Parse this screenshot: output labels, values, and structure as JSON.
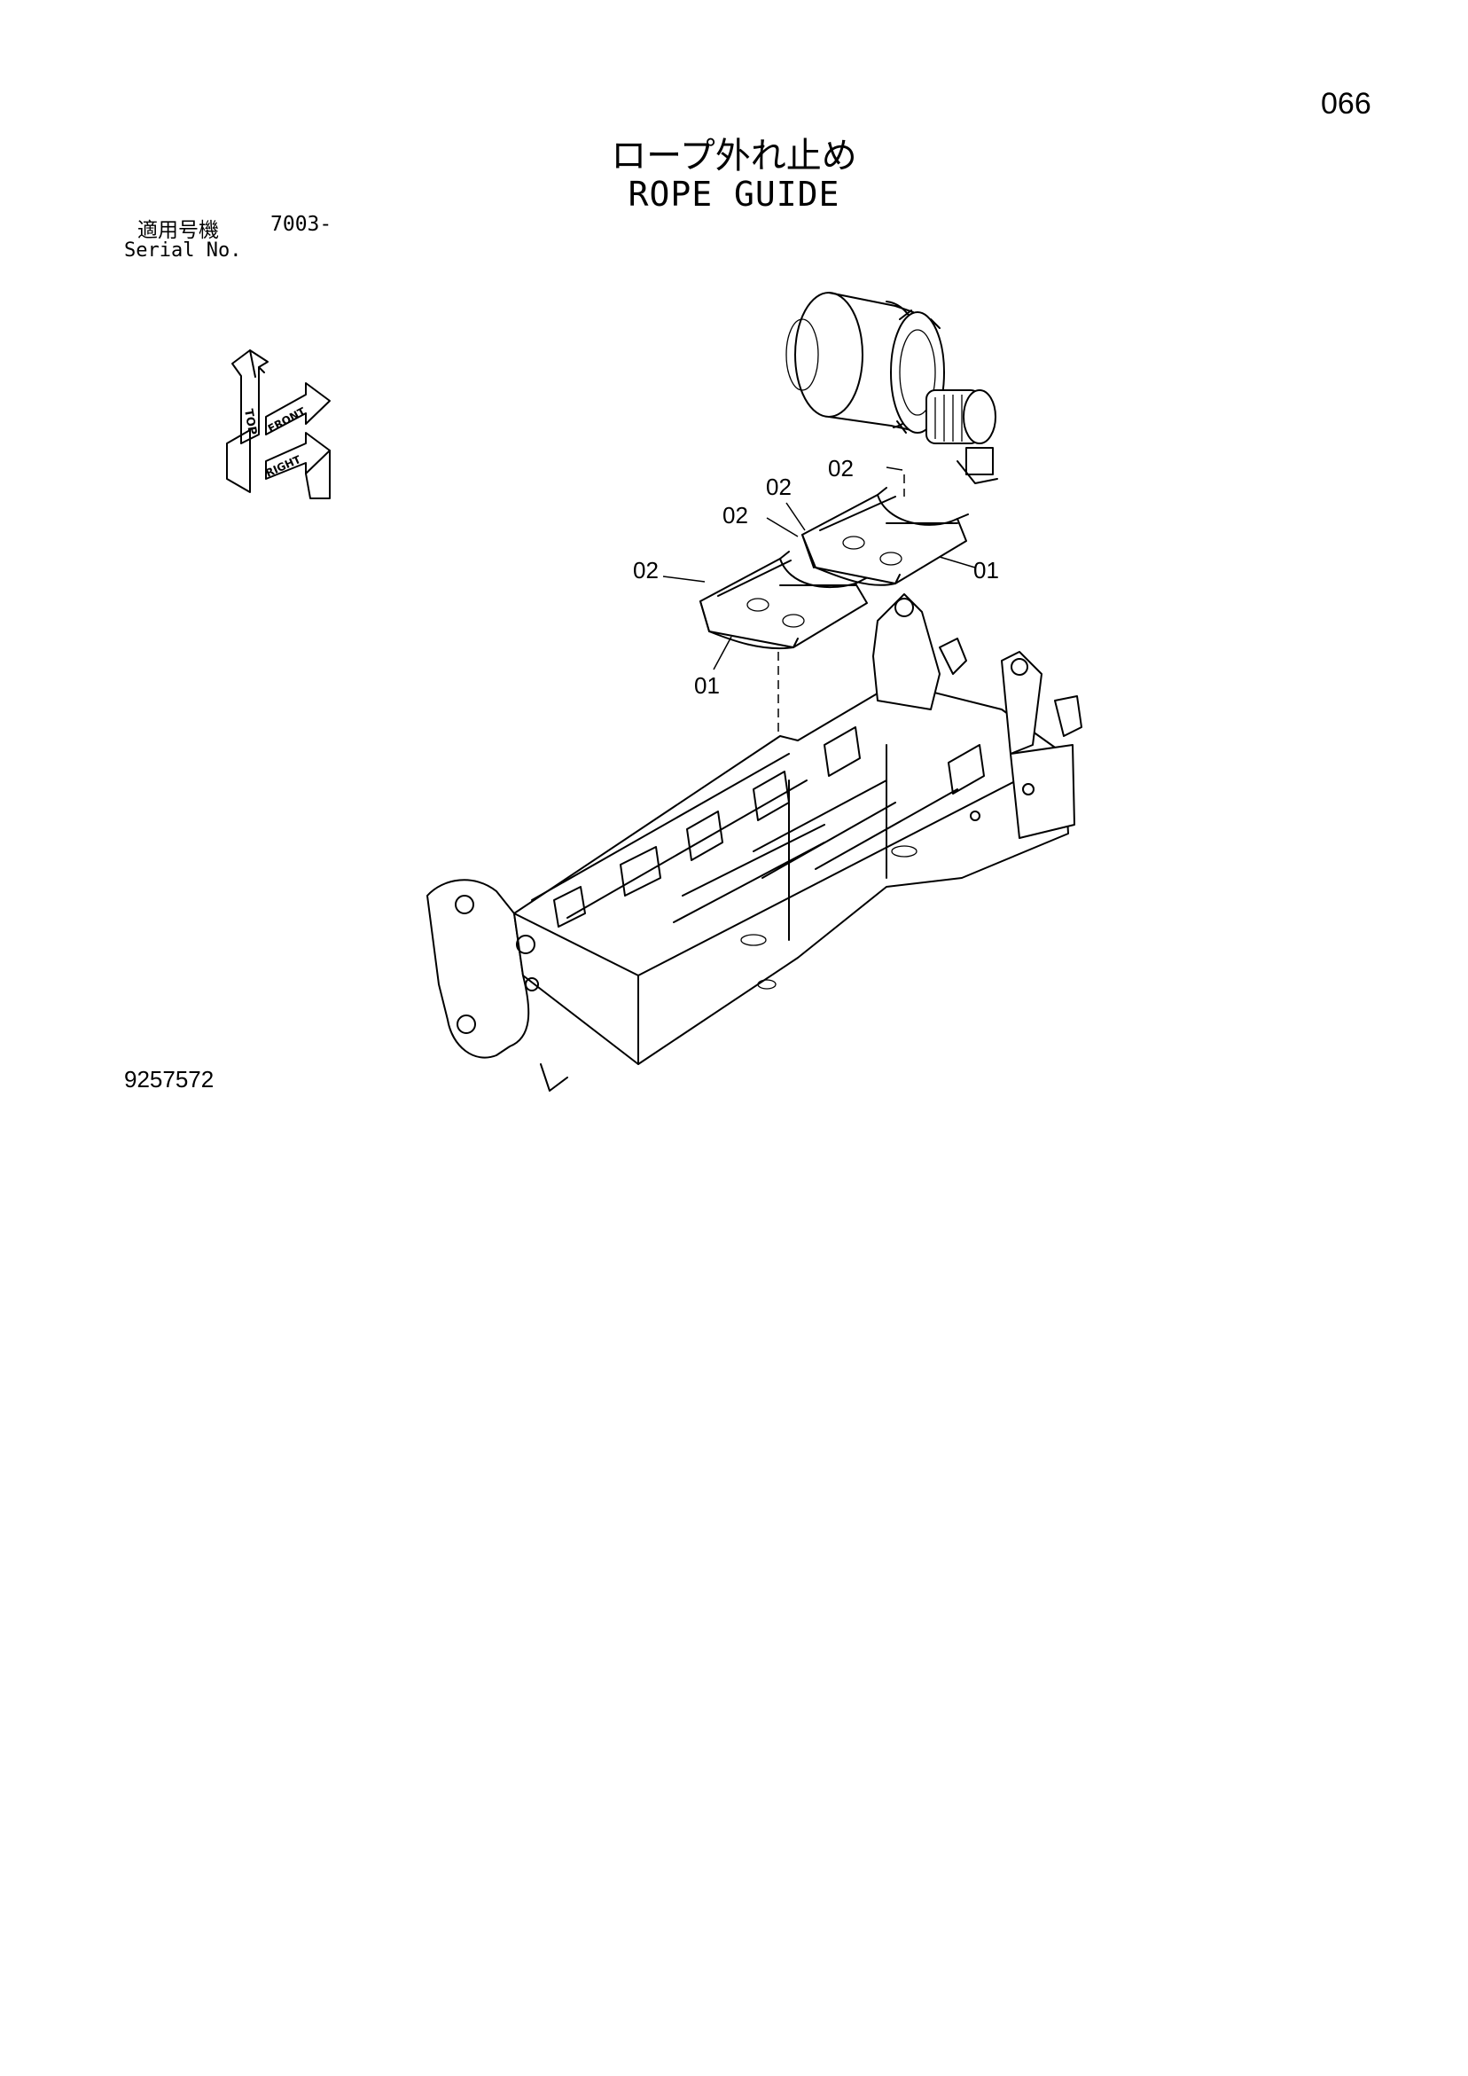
{
  "page_number": "066",
  "title_jp": "ロープ外れ止め",
  "title_en": "ROPE GUIDE",
  "serial": {
    "label_jp": "適用号機",
    "value": "7003-",
    "label_en": "Serial No."
  },
  "drawing_number": "9257572",
  "orientation_labels": {
    "top": "TOP",
    "front": "FRONT",
    "right": "RIGHT"
  },
  "callouts": [
    {
      "label": "02"
    },
    {
      "label": "02"
    },
    {
      "label": "02"
    },
    {
      "label": "02"
    },
    {
      "label": "01"
    },
    {
      "label": "01"
    }
  ]
}
